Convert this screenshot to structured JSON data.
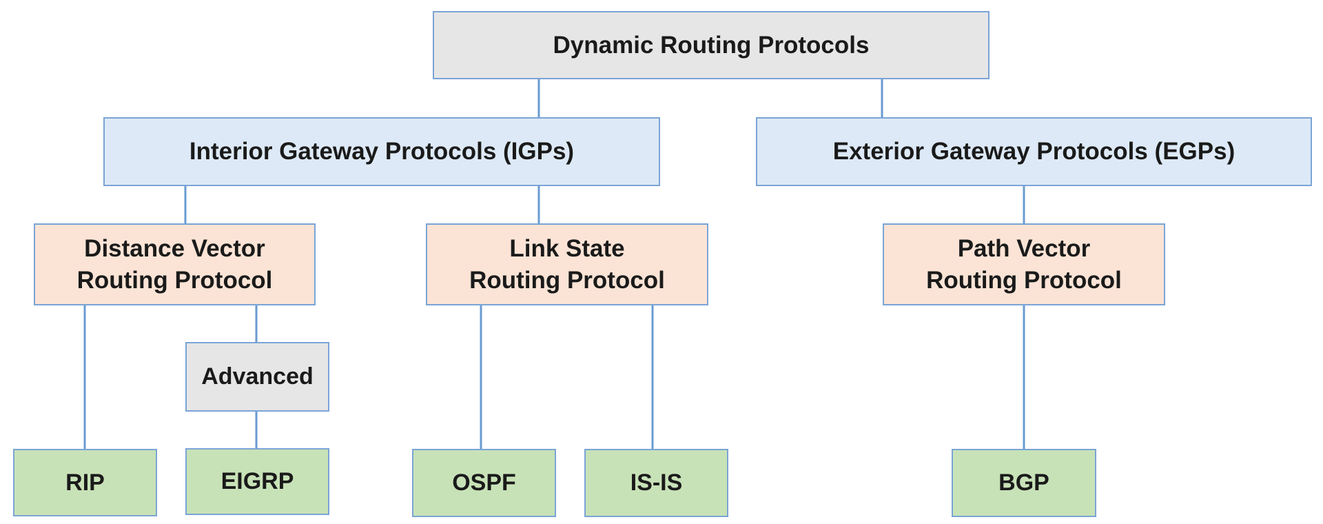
{
  "diagram": {
    "nodes": {
      "root": "Dynamic Routing Protocols",
      "igp": "Interior Gateway Protocols (IGPs)",
      "egp": "Exterior Gateway Protocols (EGPs)",
      "distance_vector": "Distance Vector\nRouting Protocol",
      "link_state": "Link State\nRouting Protocol",
      "path_vector": "Path Vector\nRouting Protocol",
      "advanced": "Advanced",
      "rip": "RIP",
      "eigrp": "EIGRP",
      "ospf": "OSPF",
      "isis": "IS-IS",
      "bgp": "BGP"
    },
    "colors": {
      "root": "#e6e6e6",
      "gateway": "#dde9f6",
      "protocol_type": "#fbe4d6",
      "protocol": "#c8e2b8",
      "border": "#7aa4d6",
      "connector": "#6a9bd1"
    }
  }
}
